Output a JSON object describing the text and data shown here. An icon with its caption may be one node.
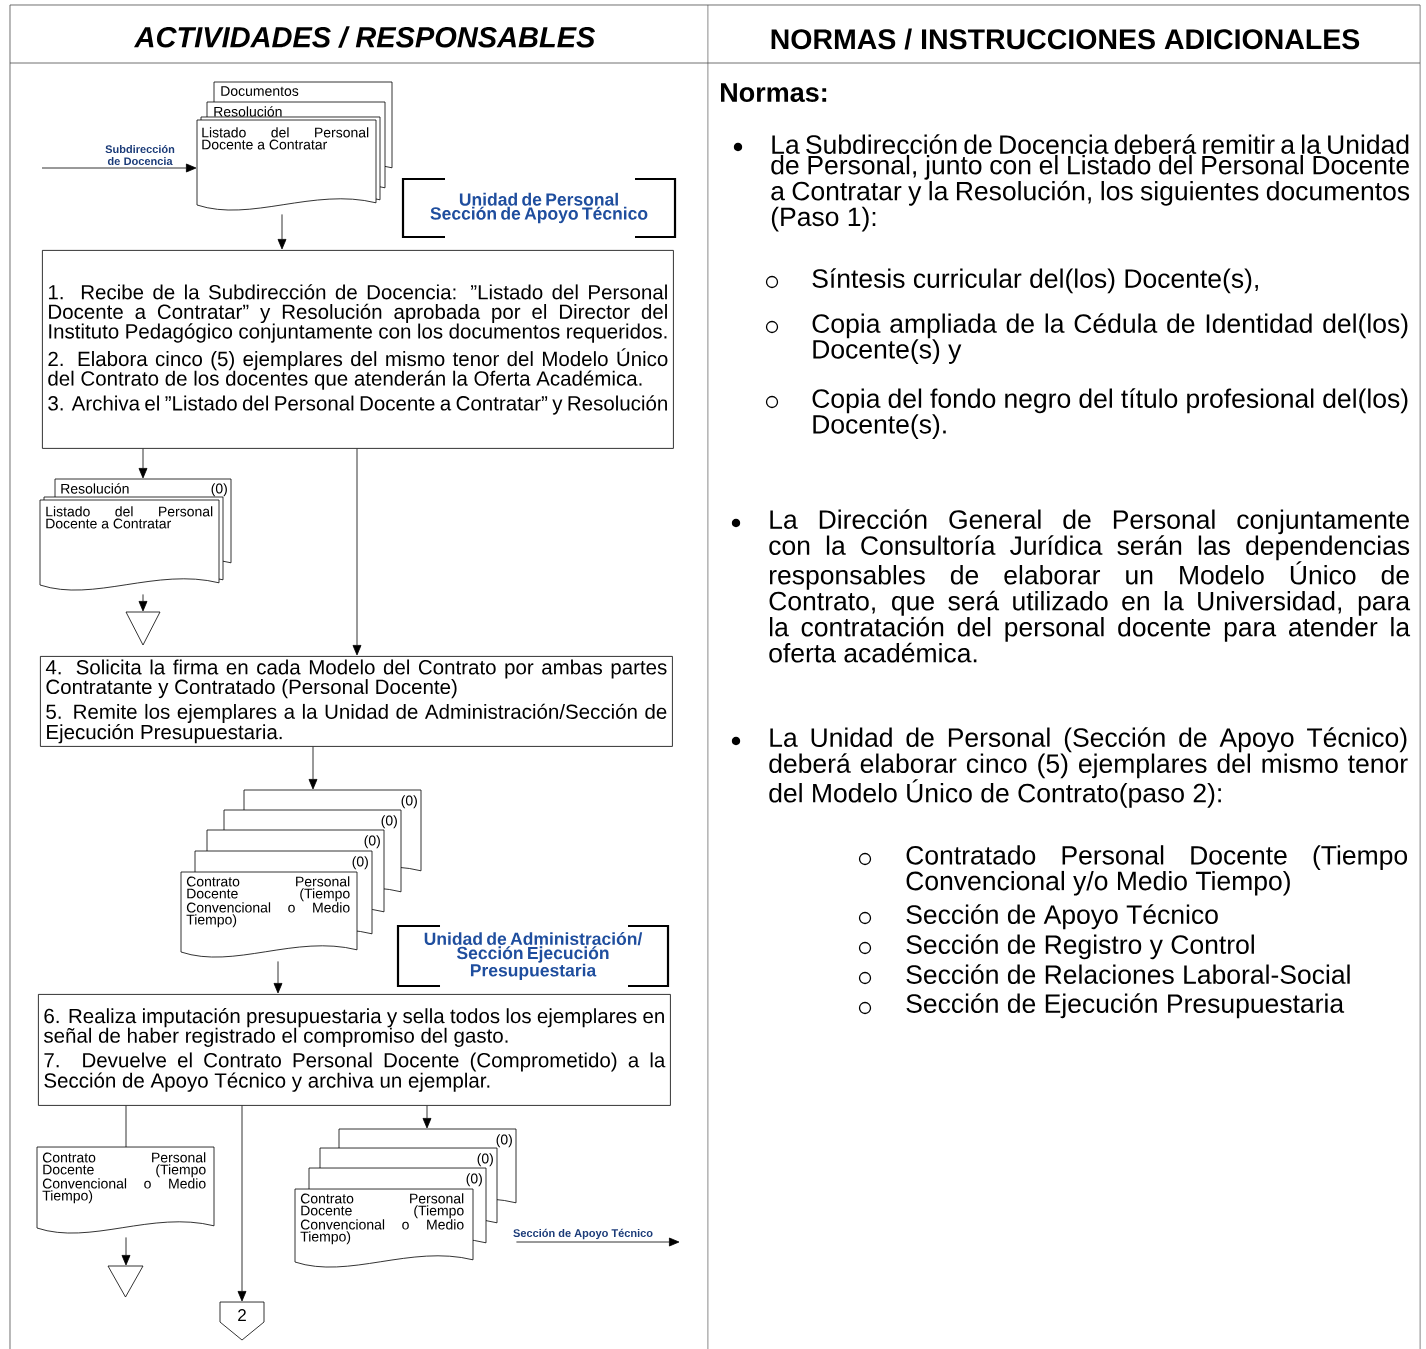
{
  "diagram": {
    "nodes": [
      {
        "text": [
          "Documentos",
          "Resolución",
          "Listado del Personal Docente a Contratar"
        ]
      },
      {
        "text": [
          "Unidad de Personal",
          "Sección de Apoyo Técnico"
        ]
      },
      {
        "text": [
          "1. Recibe de la Subdirección de Docencia: ”Listado del Personal Docente a Contratar” y Resolución aprobada por el Director del Instituto Pedagógico conjuntamente con los documentos requeridos.",
          "2. Elabora cinco (5) ejemplares del mismo tenor del Modelo Único del Contrato de los docentes que atenderán la Oferta Académica.",
          "3. Archiva el ”Listado del Personal Docente a Contratar” y Resolución"
        ]
      },
      {
        "text": [
          "Resolución",
          "(0)",
          "Listado del Personal Docente a Contratar"
        ]
      },
      {
        "text": [],
        "shape": "triangle"
      },
      {
        "text": [
          "4. Solicita la firma en cada Modelo del Contrato por ambas partes Contratante y Contratado (Personal Docente)",
          "5. Remite los ejemplares a la Unidad de Administración/Sección de Ejecución Presupuestaria."
        ]
      },
      {
        "text": [
          "(0)",
          "(0)",
          "(0)",
          "(0)",
          "Contrato Personal Docente (Tiempo Convencional o Medio Tiempo)"
        ]
      },
      {
        "text": [
          "Unidad de Administración/",
          "Sección Ejecución Presupuestaria"
        ]
      },
      {
        "text": [
          "6. Realiza imputación presupuestaria y sella todos los ejemplares en señal de haber registrado el compromiso del gasto.",
          "7. Devuelve el Contrato Personal Docente (Comprometido) a la Sección de Apoyo Técnico y archiva un ejemplar."
        ]
      },
      {
        "text": [
          "Contrato Personal Docente (Tiempo Convencional o Medio Tiempo)"
        ]
      },
      {
        "text": [],
        "shape": "triangle"
      },
      {
        "text": [
          "2"
        ]
      },
      {
        "text": [
          "(0)",
          "(0)",
          "(0)",
          "Contrato Personal Docente (Tiempo Convencional o Medio Tiempo)"
        ]
      }
    ],
    "edges": [
      {
        "from": null,
        "to": 0,
        "arrow": "to",
        "label": "Subdirección de Docencia"
      },
      {
        "from": 0,
        "to": 2,
        "arrow": "to"
      },
      {
        "from": 2,
        "to": 3,
        "arrow": "to"
      },
      {
        "from": 3,
        "to": 4,
        "arrow": "to"
      },
      {
        "from": 2,
        "to": 5,
        "arrow": "to"
      },
      {
        "from": 5,
        "to": 6,
        "arrow": "to"
      },
      {
        "from": 6,
        "to": 8,
        "arrow": "to"
      },
      {
        "from": 8,
        "to": 9,
        "arrow": "none"
      },
      {
        "from": 9,
        "to": 10,
        "arrow": "to"
      },
      {
        "from": 8,
        "to": 11,
        "arrow": "to"
      },
      {
        "from": 8,
        "to": 12,
        "arrow": "to"
      },
      {
        "from": 12,
        "to": null,
        "arrow": "to",
        "label": "Sección de Apoyo Técnico"
      }
    ],
    "labels": [
      "ACTIVIDADES / RESPONSABLES",
      "NORMAS / INSTRUCCIONES ADICIONALES",
      "Normas:",
      "La Subdirección de Docencia deberá remitir a la Unidad de Personal, junto con el Listado del Personal Docente a Contratar y la Resolución, los siguientes documentos (Paso 1):",
      "Síntesis curricular del(los) Docente(s),",
      "Copia ampliada de la Cédula de Identidad del(los) Docente(s) y",
      "Copia del fondo negro del título profesional del(los) Docente(s).",
      "La Dirección General de Personal conjuntamente con la Consultoría Jurídica serán las dependencias responsables de elaborar un Modelo Único de Contrato, que será utilizado en la Universidad, para la contratación del personal docente para atender la oferta académica.",
      "La Unidad de Personal (Sección de Apoyo Técnico) deberá elaborar cinco (5) ejemplares del mismo tenor del Modelo Único de Contrato(paso 2):",
      "Contratado Personal Docente (Tiempo Convencional y/o Medio Tiempo)",
      "Sección de Apoyo Técnico",
      "Sección de Registro y Control",
      "Sección de Relaciones Laboral-Social",
      "Sección de Ejecución Presupuestaria"
    ]
  }
}
